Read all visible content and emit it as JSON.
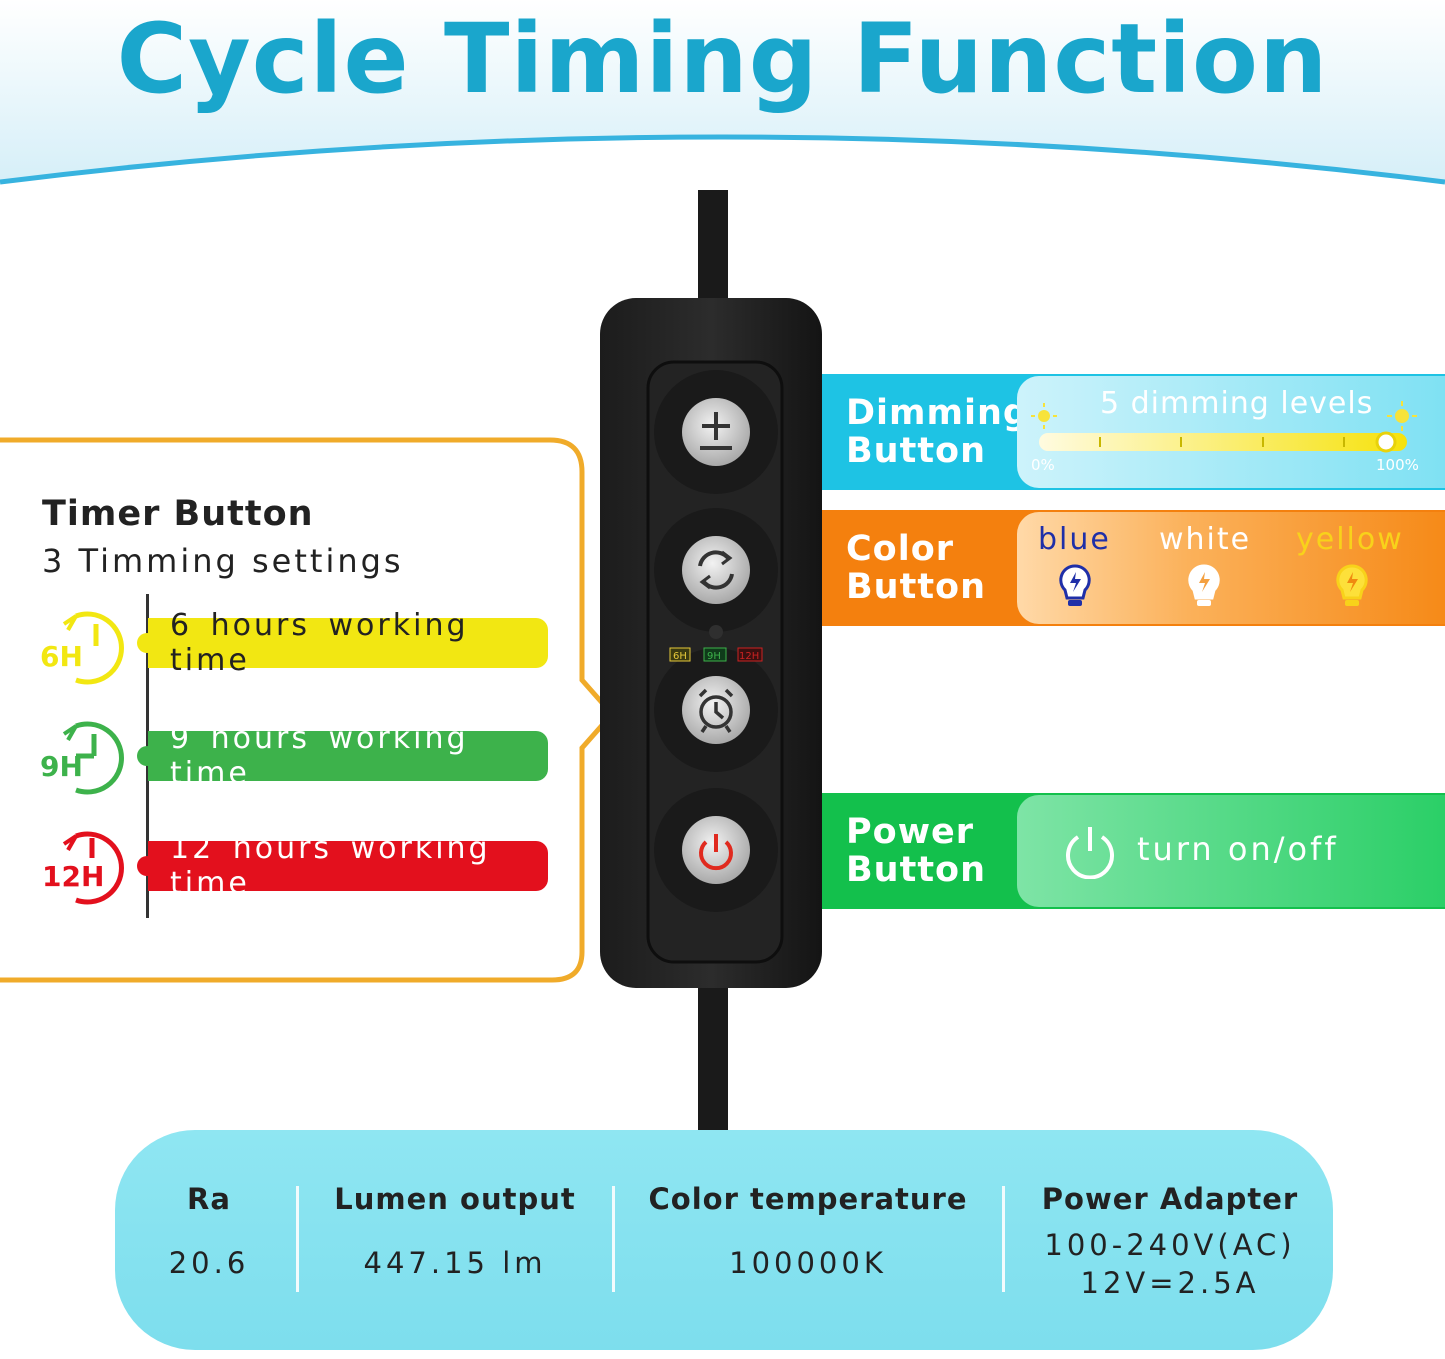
{
  "title": "Cycle Timing Function",
  "timer": {
    "heading": "Timer Button",
    "subheading": "3 Timming settings",
    "options": [
      {
        "badge": "6H",
        "label": "6 hours working time",
        "color": "#f2e712"
      },
      {
        "badge": "9H",
        "label": "9 hours working time",
        "color": "#3db24b"
      },
      {
        "badge": "12H",
        "label": "12 hours working time",
        "color": "#e3101d"
      }
    ]
  },
  "remote": {
    "buttons": [
      "plus-minus-icon",
      "cycle-arrows-icon",
      "alarm-clock-icon",
      "power-icon"
    ],
    "indicators": [
      "6H",
      "9H",
      "12H"
    ]
  },
  "dimming": {
    "label_line1": "Dimming",
    "label_line2": "Button",
    "levels_text": "5 dimming levels",
    "min": "0%",
    "max": "100%",
    "color": "#1ec3e4"
  },
  "color_button": {
    "label_line1": "Color",
    "label_line2": "Button",
    "options": [
      {
        "name": "blue",
        "color": "#1f2fa8"
      },
      {
        "name": "white",
        "color": "#ffffff"
      },
      {
        "name": "yellow",
        "color": "#f8d21a"
      }
    ],
    "color": "#f4800e"
  },
  "power": {
    "label_line1": "Power",
    "label_line2": "Button",
    "action": "turn on/off",
    "color": "#13c04c"
  },
  "specs": [
    {
      "label": "Ra",
      "value": "20.6"
    },
    {
      "label": "Lumen output",
      "value": "447.15 lm"
    },
    {
      "label": "Color temperature",
      "value": "100000K"
    },
    {
      "label": "Power Adapter",
      "value": "100-240V(AC)",
      "value2": "12V=2.5A"
    }
  ]
}
